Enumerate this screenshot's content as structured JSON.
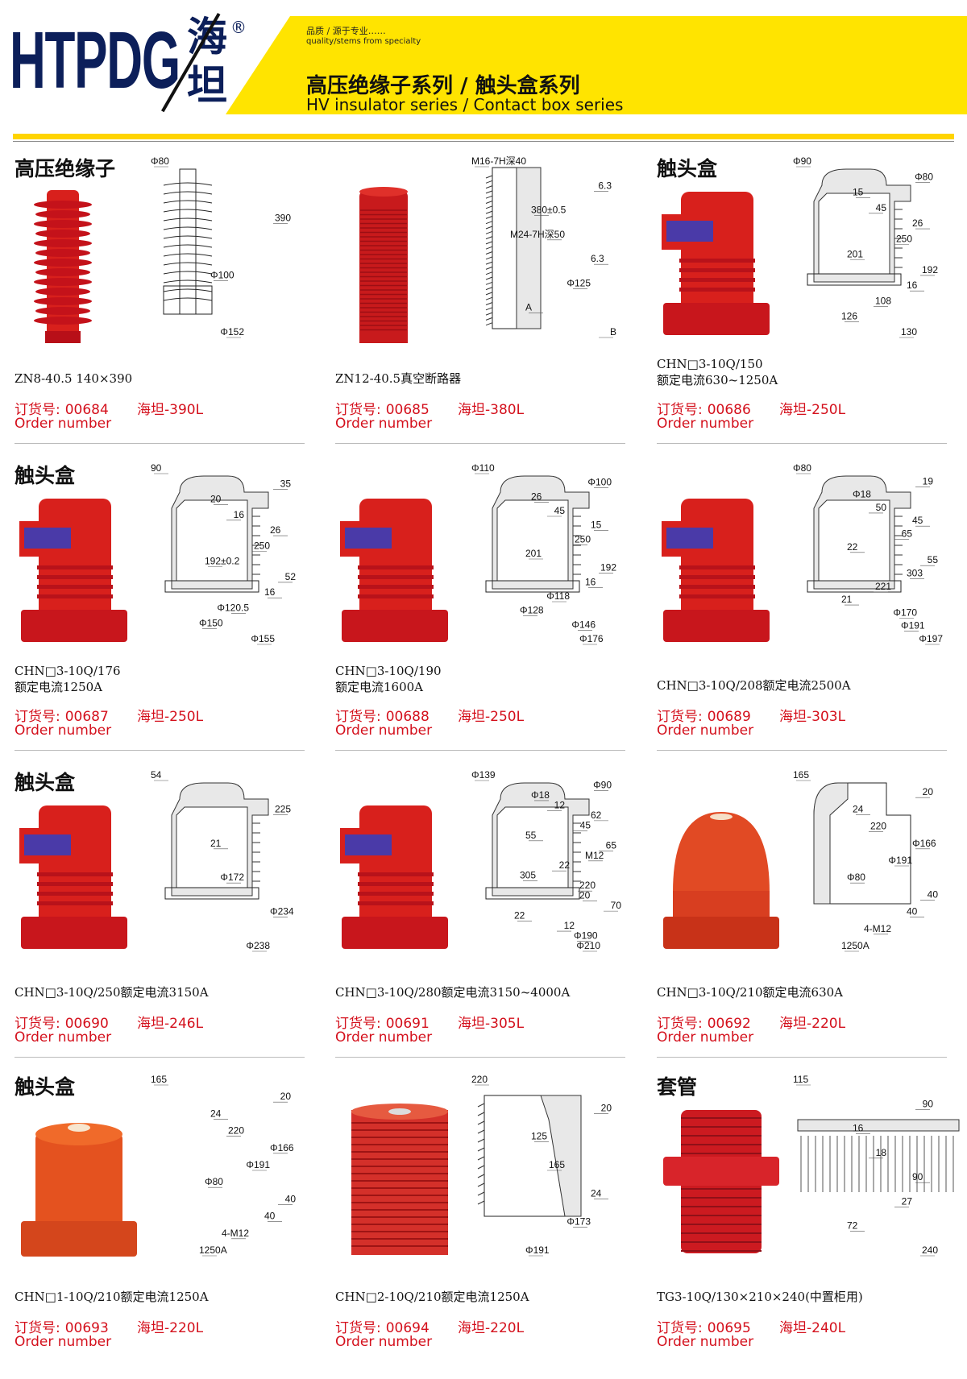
{
  "header": {
    "logo_latin": "HTPDG",
    "logo_cn": "海坦",
    "logo_reg": "®",
    "tagline_cn": "品质 / 源于专业……",
    "tagline_en": "quality/stems from specialty",
    "title_cn": "高压绝缘子系列 / 触头盒系列",
    "title_en": "HV insulator series / Contact box series"
  },
  "colors": {
    "brand_navy": "#0c1f5a",
    "band_yellow": "#ffe400",
    "order_red": "#d4101c",
    "product_red": "#d8201c"
  },
  "order_en_label": "Order number",
  "order_cn_prefix": "订货号:",
  "rows": [
    {
      "cells": [
        {
          "heading": "高压绝缘子",
          "model": "ZN8-40.5  140×390",
          "model2": "",
          "order": "00684",
          "code": "海坦-390L",
          "dims": [
            "Φ80",
            "390",
            "Φ100",
            "Φ152"
          ]
        },
        {
          "heading": "",
          "model": "ZN12-40.5真空断路器",
          "model2": "",
          "order": "00685",
          "code": "海坦-380L",
          "dims": [
            "M16-7H深40",
            "6.3",
            "380±0.5",
            "M24-7H深50",
            "6.3",
            "Φ125",
            "A",
            "B"
          ]
        },
        {
          "heading": "触头盒",
          "model": "CHN□3-10Q/150",
          "model2": "额定电流630~1250A",
          "order": "00686",
          "code": "海坦-250L",
          "dims": [
            "Φ90",
            "Φ80",
            "15",
            "45",
            "26",
            "250",
            "201",
            "192",
            "16",
            "108",
            "126",
            "130"
          ]
        }
      ]
    },
    {
      "cells": [
        {
          "heading": "触头盒",
          "model": "CHN□3-10Q/176",
          "model2": "额定电流1250A",
          "order": "00687",
          "code": "海坦-250L",
          "dims": [
            "90",
            "35",
            "20",
            "16",
            "26",
            "250",
            "192±0.2",
            "52",
            "16",
            "Φ120.5",
            "Φ150",
            "Φ155"
          ]
        },
        {
          "heading": "",
          "model": "CHN□3-10Q/190",
          "model2": "额定电流1600A",
          "order": "00688",
          "code": "海坦-250L",
          "dims": [
            "Φ110",
            "Φ100",
            "26",
            "45",
            "15",
            "250",
            "201",
            "192",
            "16",
            "Φ118",
            "Φ128",
            "Φ146",
            "Φ176"
          ]
        },
        {
          "heading": "",
          "model": "CHN□3-10Q/208额定电流2500A",
          "model2": "",
          "order": "00689",
          "code": "海坦-303L",
          "dims": [
            "Φ80",
            "19",
            "Φ18",
            "50",
            "45",
            "65",
            "22",
            "55",
            "303",
            "221",
            "21",
            "Φ170",
            "Φ191",
            "Φ197"
          ]
        }
      ]
    },
    {
      "cells": [
        {
          "heading": "触头盒",
          "model": "CHN□3-10Q/250额定电流3150A",
          "model2": "",
          "order": "00690",
          "code": "海坦-246L",
          "dims": [
            "54",
            "225",
            "21",
            "Φ172",
            "Φ234",
            "Φ238"
          ]
        },
        {
          "heading": "",
          "model": "CHN□3-10Q/280额定电流3150~4000A",
          "model2": "",
          "order": "00691",
          "code": "海坦-305L",
          "dims": [
            "Φ139",
            "Φ90",
            "Φ18",
            "12",
            "62",
            "45",
            "55",
            "65",
            "M12",
            "22",
            "305",
            "220",
            "20",
            "70",
            "22",
            "12",
            "Φ190",
            "Φ210"
          ]
        },
        {
          "heading": "",
          "model": "CHN□3-10Q/210额定电流630A",
          "model2": "",
          "order": "00692",
          "code": "海坦-220L",
          "dims": [
            "165",
            "20",
            "24",
            "220",
            "Φ166",
            "Φ191",
            "Φ80",
            "40",
            "40",
            "4-M12",
            "1250A"
          ]
        }
      ]
    },
    {
      "cells": [
        {
          "heading": "触头盒",
          "model": "CHN□1-10Q/210额定电流1250A",
          "model2": "",
          "order": "00693",
          "code": "海坦-220L",
          "dims": [
            "165",
            "20",
            "24",
            "220",
            "Φ166",
            "Φ191",
            "Φ80",
            "40",
            "40",
            "4-M12",
            "1250A"
          ]
        },
        {
          "heading": "",
          "model": "CHN□2-10Q/210额定电流1250A",
          "model2": "",
          "order": "00694",
          "code": "海坦-220L",
          "dims": [
            "220",
            "20",
            "125",
            "165",
            "24",
            "Φ173",
            "Φ191"
          ]
        },
        {
          "heading": "套管",
          "model": "TG3-10Q/130×210×240(中置柜用)",
          "model2": "",
          "order": "00695",
          "code": "海坦-240L",
          "dims": [
            "115",
            "90",
            "16",
            "18",
            "90",
            "27",
            "72",
            "240"
          ]
        }
      ]
    }
  ]
}
